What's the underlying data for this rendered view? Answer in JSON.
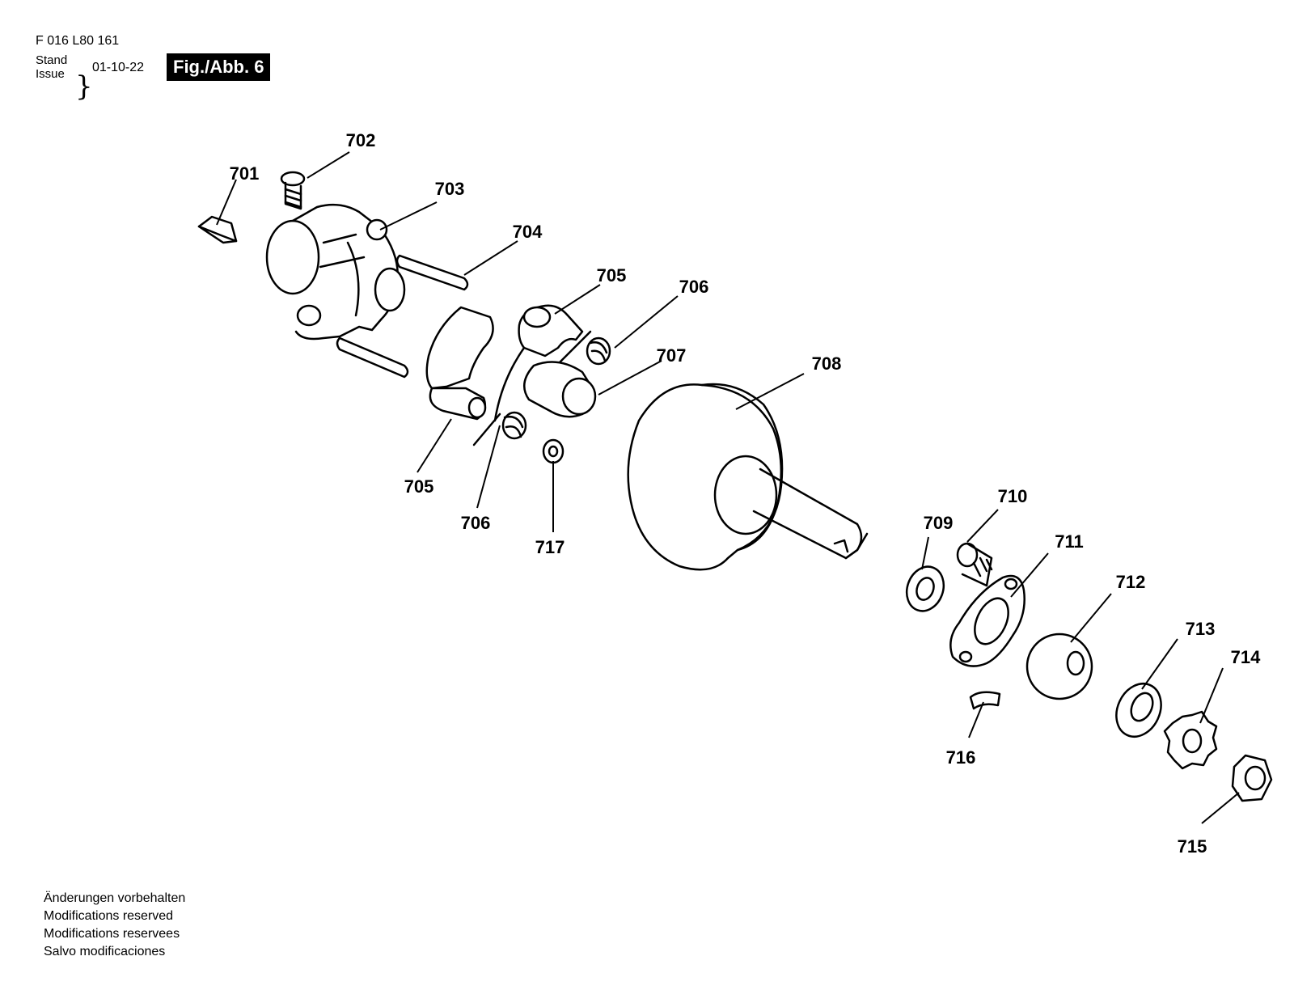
{
  "header": {
    "doc_number": "F 016 L80 161",
    "stand_label": "Stand",
    "issue_label": "Issue",
    "issue_date": "01-10-22",
    "figure_label": "Fig./Abb. 6"
  },
  "parts": [
    {
      "id": "p701",
      "label": "701",
      "name": "key"
    },
    {
      "id": "p702",
      "label": "702",
      "name": "screw"
    },
    {
      "id": "p703",
      "label": "703",
      "name": "clutch-hub"
    },
    {
      "id": "p704",
      "label": "704",
      "name": "pin"
    },
    {
      "id": "p705a",
      "label": "705",
      "name": "clutch-shoe-upper"
    },
    {
      "id": "p705b",
      "label": "705",
      "name": "clutch-shoe-lower"
    },
    {
      "id": "p706a",
      "label": "706",
      "name": "spring-upper"
    },
    {
      "id": "p706b",
      "label": "706",
      "name": "spring-lower"
    },
    {
      "id": "p707",
      "label": "707",
      "name": "sleeve"
    },
    {
      "id": "p708",
      "label": "708",
      "name": "clutch-drum"
    },
    {
      "id": "p709",
      "label": "709",
      "name": "washer"
    },
    {
      "id": "p710",
      "label": "710",
      "name": "bolt"
    },
    {
      "id": "p711",
      "label": "711",
      "name": "flange"
    },
    {
      "id": "p712",
      "label": "712",
      "name": "ball"
    },
    {
      "id": "p713",
      "label": "713",
      "name": "washer-ring"
    },
    {
      "id": "p714",
      "label": "714",
      "name": "star-washer"
    },
    {
      "id": "p715",
      "label": "715",
      "name": "nut"
    },
    {
      "id": "p716",
      "label": "716",
      "name": "small-key"
    },
    {
      "id": "p717",
      "label": "717",
      "name": "small-washer"
    }
  ],
  "notes": [
    "Änderungen vorbehalten",
    "Modifications reserved",
    "Modifications reservees",
    "Salvo modificaciones"
  ]
}
